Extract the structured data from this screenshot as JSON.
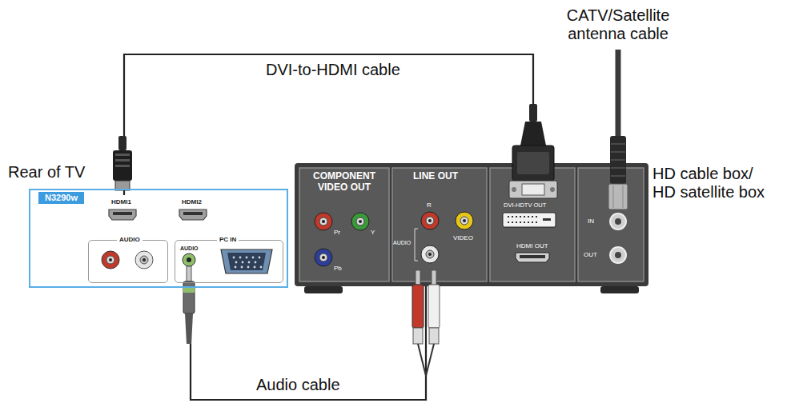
{
  "diagram": {
    "nodes": [
      {
        "text": [
          "Rear of TV",
          "N3290w"
        ]
      },
      {
        "text": [
          "HDMI1"
        ],
        "in": 0
      },
      {
        "text": [
          "HDMI2"
        ],
        "in": 0
      },
      {
        "text": [
          "AUDIO"
        ],
        "in": 0
      },
      {
        "text": [
          "PC IN",
          "AUDIO"
        ],
        "in": 0
      },
      {
        "text": [
          "HD cable box/ HD satellite box"
        ]
      },
      {
        "text": [
          "COMPONENT VIDEO OUT",
          "Pr",
          "Y",
          "Pb"
        ],
        "in": 5
      },
      {
        "text": [
          "LINE OUT",
          "R",
          "AUDIO",
          "VIDEO"
        ],
        "in": 5
      },
      {
        "text": [
          "DVI-HDTV OUT",
          "HDMI OUT"
        ],
        "in": 5
      },
      {
        "text": [
          "IN",
          "OUT"
        ],
        "in": 5
      }
    ],
    "edges": [
      {
        "from": 1,
        "to": 8,
        "arrow": "none",
        "label": "DVI-to-HDMI cable"
      },
      {
        "from": 4,
        "to": 7,
        "arrow": "none",
        "label": "Audio cable"
      }
    ],
    "labels": [
      "CATV/Satellite antenna cable"
    ]
  }
}
